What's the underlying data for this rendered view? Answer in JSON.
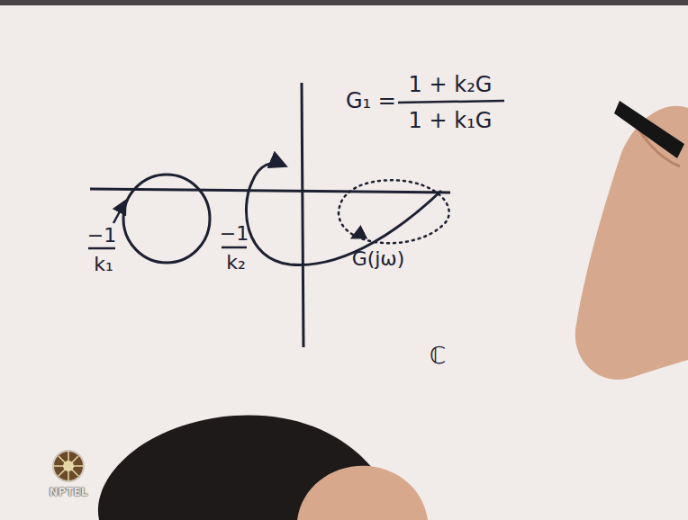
{
  "diagram": {
    "labels": [
      "G₁ =",
      "1 + k₂G",
      "1 + k₁G",
      "−1",
      "k₁",
      "−1",
      "k₂",
      "G(jω)",
      "ℂ",
      "NPTEL"
    ]
  }
}
